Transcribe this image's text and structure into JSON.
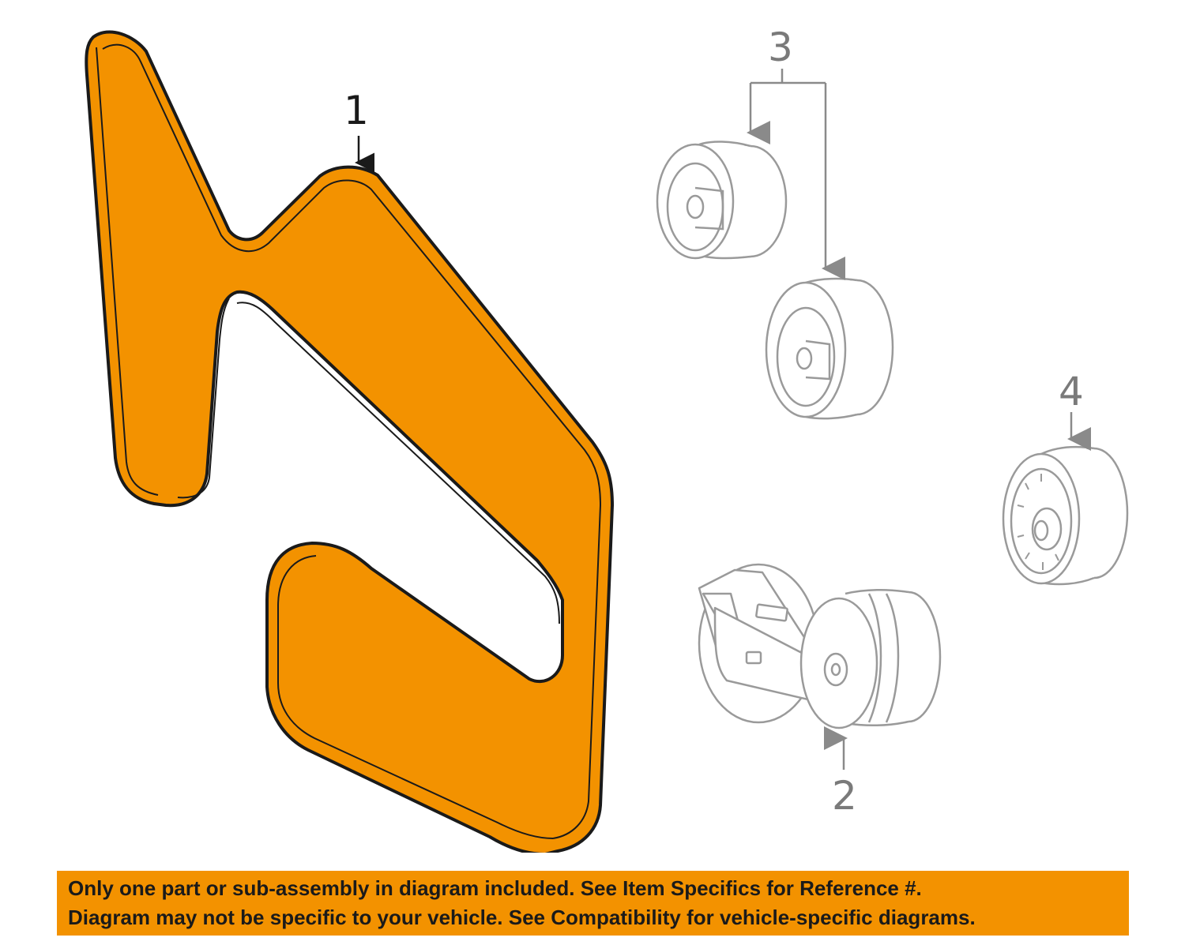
{
  "callouts": [
    {
      "id": "belt",
      "number": "1"
    },
    {
      "id": "tensioner",
      "number": "2"
    },
    {
      "id": "idler-pulleys",
      "number": "3"
    },
    {
      "id": "pulley",
      "number": "4"
    }
  ],
  "disclaimer": {
    "line1": "Only one part or sub-assembly in diagram included. See Item Specifics for Reference #.",
    "line2": "Diagram may not be specific to your vehicle. See Compatibility for vehicle-specific diagrams."
  },
  "colors": {
    "highlight": "#f39200",
    "part_outline": "#9a9a9a",
    "belt_outline": "#1a1a1a",
    "callout_text": "#7a7a7a"
  }
}
